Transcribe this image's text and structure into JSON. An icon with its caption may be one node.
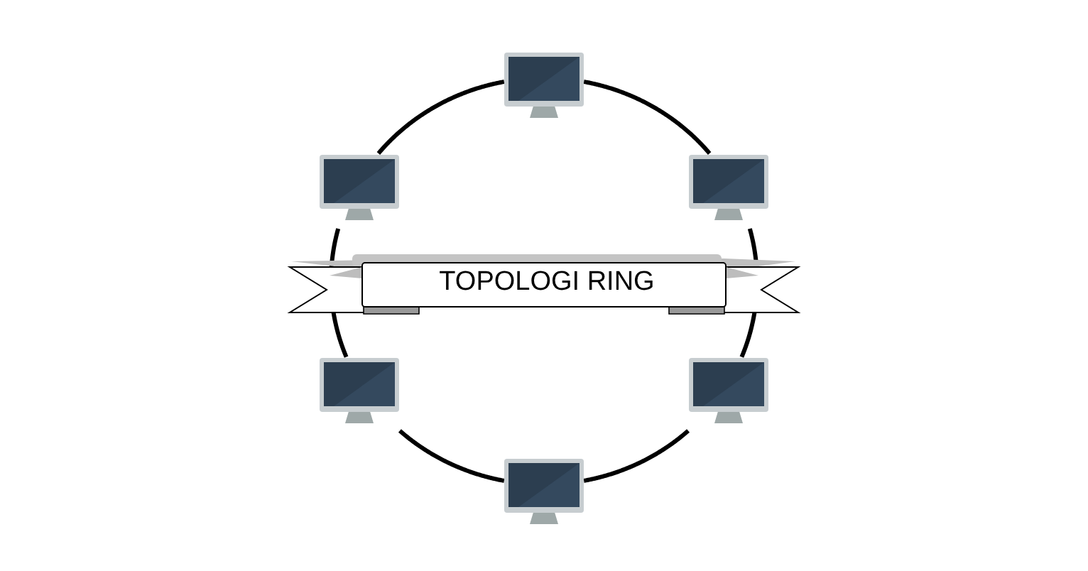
{
  "diagram": {
    "nodes": [
      {
        "text": [],
        "shape": "monitor"
      },
      {
        "text": [],
        "shape": "monitor"
      },
      {
        "text": [],
        "shape": "monitor"
      },
      {
        "text": [
          "TOPOLOGI RING"
        ]
      },
      {
        "text": [],
        "shape": "monitor"
      },
      {
        "text": [],
        "shape": "monitor"
      },
      {
        "text": [],
        "shape": "monitor"
      }
    ],
    "edges": [
      {
        "from": 0,
        "to": 2,
        "arrow": "none"
      },
      {
        "from": 2,
        "to": 5,
        "arrow": "none"
      },
      {
        "from": 5,
        "to": 6,
        "arrow": "none"
      },
      {
        "from": 6,
        "to": 4,
        "arrow": "none"
      },
      {
        "from": 4,
        "to": 1,
        "arrow": "none"
      },
      {
        "from": 1,
        "to": 0,
        "arrow": "none"
      }
    ]
  }
}
